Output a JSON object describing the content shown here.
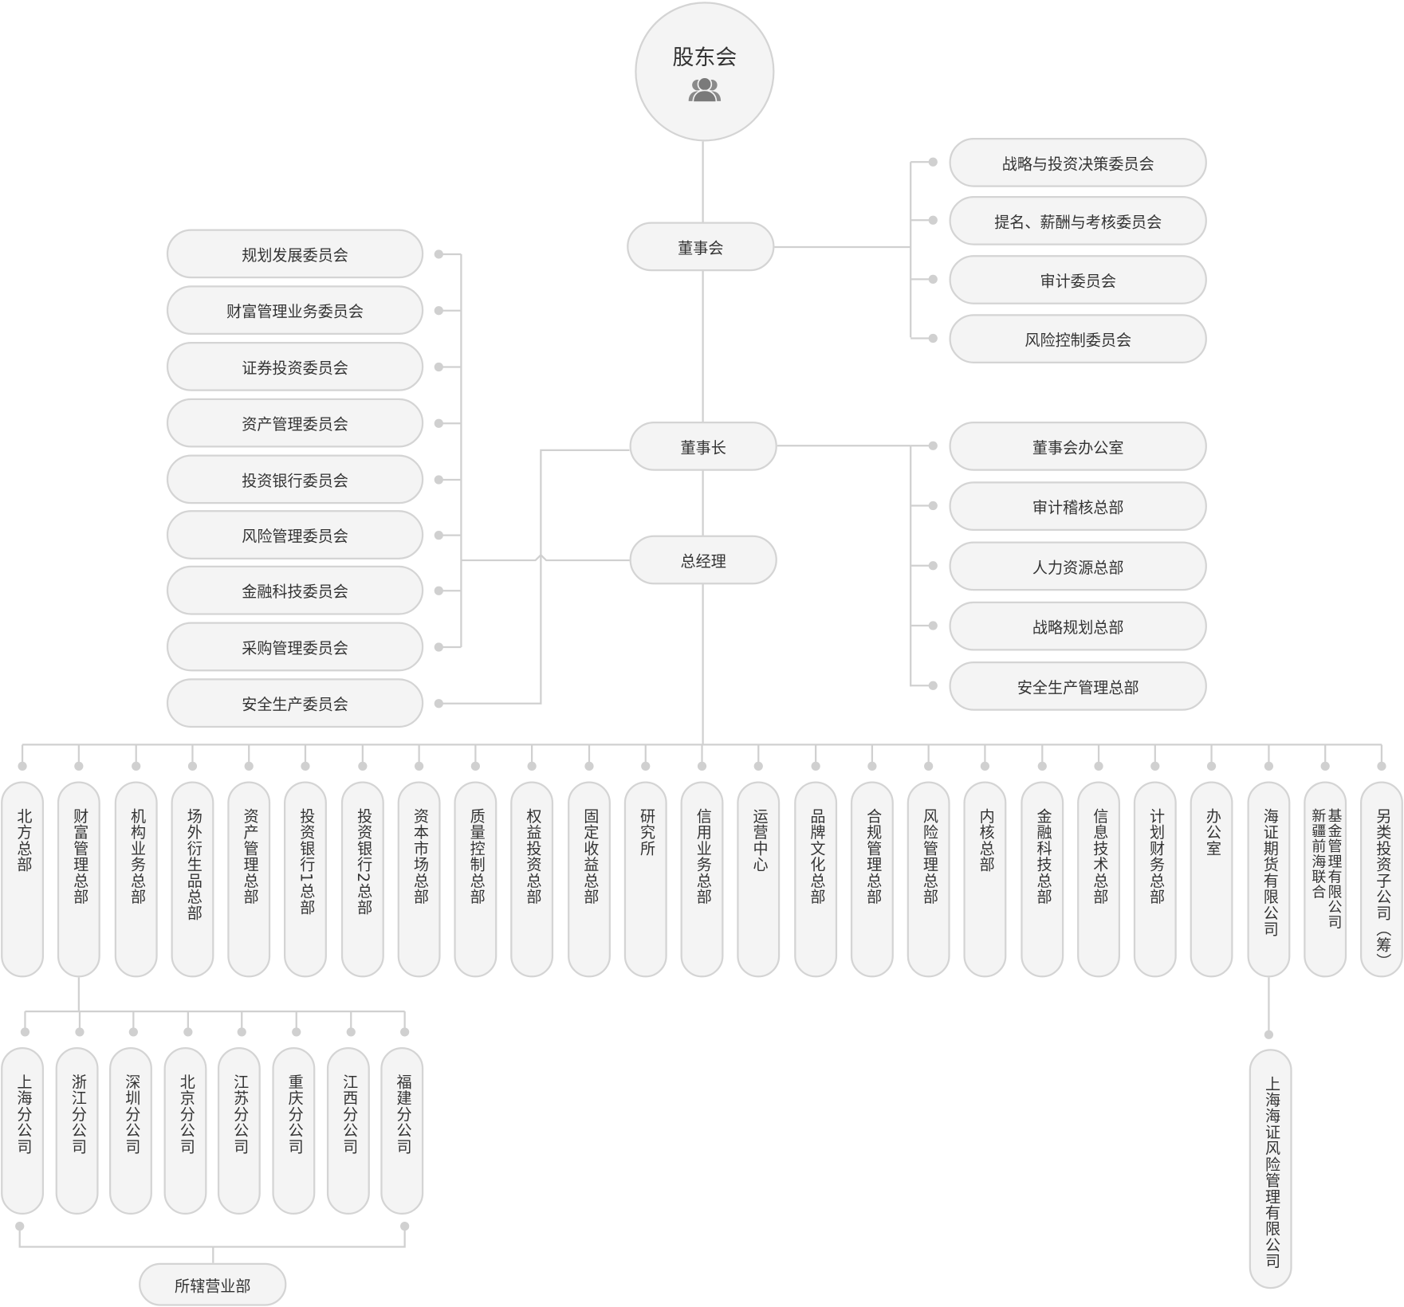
{
  "colors": {
    "line": "#d0d0d0",
    "border": "#d4d4d4",
    "fill": "#f4f4f4",
    "text": "#333333",
    "icon": "#808080"
  },
  "root": {
    "label": "股东会",
    "icon": "users-icon"
  },
  "board": {
    "label": "董事会"
  },
  "chairman": {
    "label": "董事长"
  },
  "gm": {
    "label": "总经理"
  },
  "board_committees": [
    "战略与投资决策委员会",
    "提名、薪酬与考核委员会",
    "审计委员会",
    "风险控制委员会"
  ],
  "chairman_departments": [
    "董事会办公室",
    "审计稽核总部",
    "人力资源总部",
    "战略规划总部",
    "安全生产管理总部"
  ],
  "gm_committees": [
    "规划发展委员会",
    "财富管理业务委员会",
    "证券投资委员会",
    "资产管理委员会",
    "投资银行委员会",
    "风险管理委员会",
    "金融科技委员会",
    "采购管理委员会",
    "安全生产委员会"
  ],
  "departments": [
    "北方总部",
    "财富管理总部",
    "机构业务总部",
    "场外衍生品总部",
    "资产管理总部",
    "投资银行1总部",
    "投资银行2总部",
    "资本市场总部",
    "质量控制总部",
    "权益投资总部",
    "固定收益总部",
    "研究所",
    "信用业务总部",
    "运营中心",
    "品牌文化总部",
    "合规管理总部",
    "风险管理总部",
    "内核总部",
    "金融科技总部",
    "信息技术总部",
    "计划财务总部",
    "办公室",
    "海证期货有限公司",
    "新疆前海联合基金管理有限公司",
    "另类投资子公司（筹）"
  ],
  "branches": [
    "上海分公司",
    "浙江分公司",
    "深圳分公司",
    "北京分公司",
    "江苏分公司",
    "重庆分公司",
    "江西分公司",
    "福建分公司"
  ],
  "branch_offices": {
    "label": "所辖营业部"
  },
  "futures_subsidiary": {
    "label": "上海海证风险管理有限公司"
  }
}
